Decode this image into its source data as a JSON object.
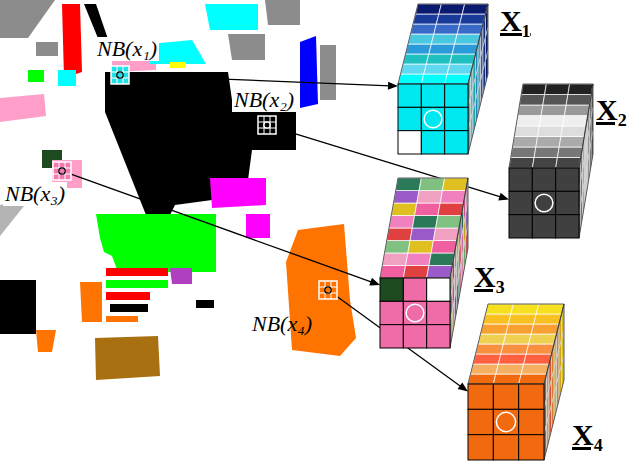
{
  "diagram": {
    "nodes": [
      {
        "text": [
          "NB(x₁)"
        ]
      },
      {
        "text": [
          "X₁"
        ]
      },
      {
        "text": [
          "NB(x₂)"
        ]
      },
      {
        "text": [
          "X₂"
        ]
      },
      {
        "text": [
          "NB(x₃)"
        ]
      },
      {
        "text": [
          "X₃"
        ]
      },
      {
        "text": [
          "NB(x₄)"
        ]
      },
      {
        "text": [
          "X₄"
        ]
      }
    ],
    "edges": [
      {
        "from": 0,
        "to": 1,
        "arrow": "to"
      },
      {
        "from": 2,
        "to": 3,
        "arrow": "to"
      },
      {
        "from": 4,
        "to": 5,
        "arrow": "to"
      },
      {
        "from": 6,
        "to": 7,
        "arrow": "to"
      }
    ]
  }
}
